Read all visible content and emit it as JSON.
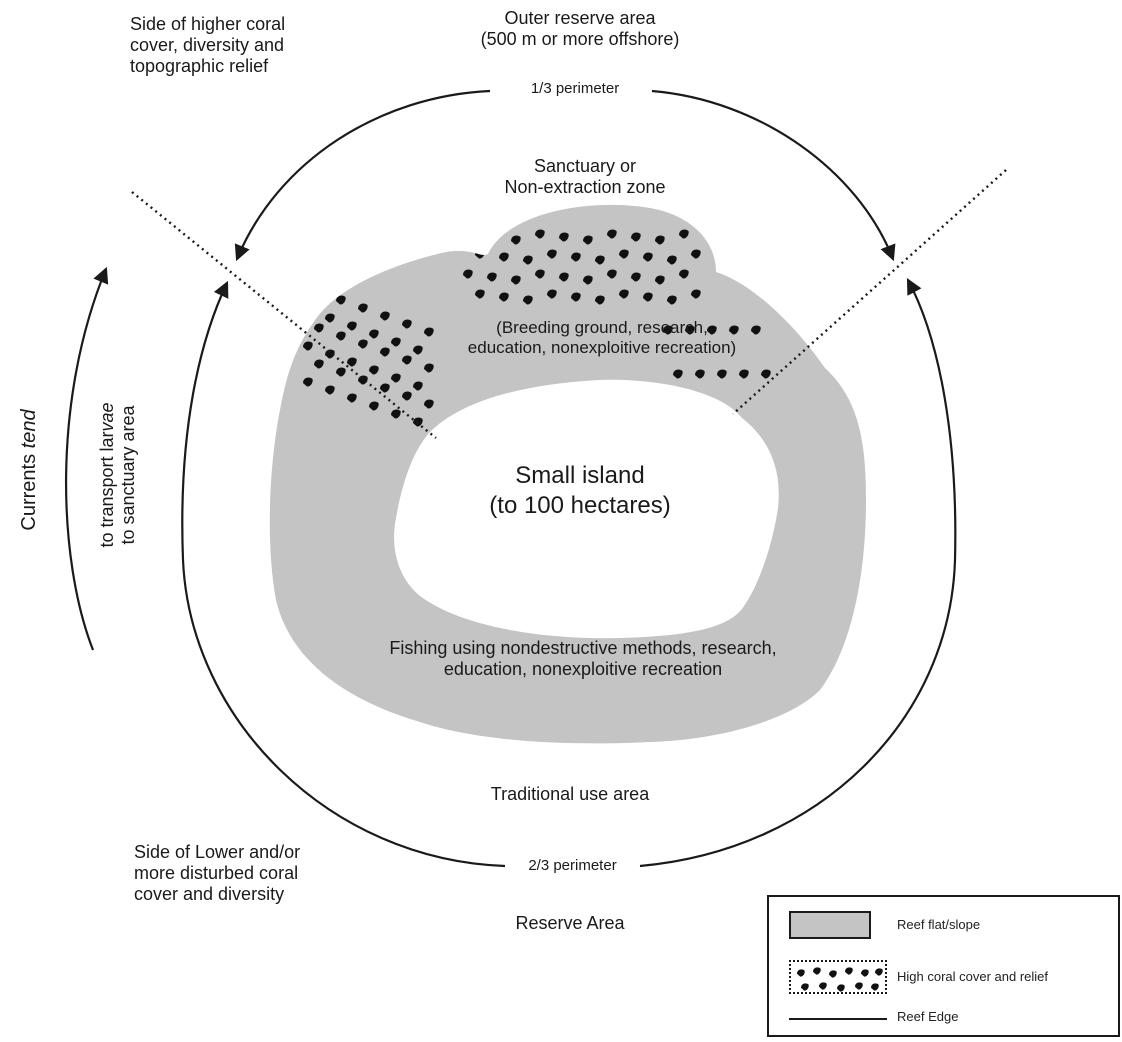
{
  "labels": {
    "higher_coral_side": [
      "Side of higher coral",
      "cover, diversity and",
      "topographic relief"
    ],
    "outer_reserve": [
      "Outer reserve area",
      "(500 m or more offshore)"
    ],
    "one_third_perimeter": "1/3 perimeter",
    "sanctuary": [
      "Sanctuary or",
      "Non-extraction zone"
    ],
    "breeding": [
      "(Breeding ground, research,",
      "education, nonexploitive recreation)"
    ],
    "small_island": [
      "Small island",
      "(to 100 hectares)"
    ],
    "fishing": [
      "Fishing using nondestructive  methods, research,",
      "education, nonexploitive recreation"
    ],
    "traditional_use": "Traditional use area",
    "lower_coral_side": [
      "Side of Lower and/or",
      "more disturbed coral",
      "cover and diversity"
    ],
    "two_thirds_perimeter": "2/3 perimeter",
    "reserve_area": "Reserve Area",
    "currents_prefix": "Currents ",
    "currents_tend": "tend",
    "currents_transport_prefix": "to transport lar",
    "currents_vae": "vae",
    "currents_to_sanctuary": "to sanctuary area"
  },
  "legend": {
    "reef_flat": "Reef flat/slope",
    "high_coral": "High coral cover and relief",
    "reef_edge": "Reef Edge"
  },
  "colors": {
    "reef": "#c4c4c4",
    "ink": "#1a1a1a",
    "island": "#ffffff"
  }
}
